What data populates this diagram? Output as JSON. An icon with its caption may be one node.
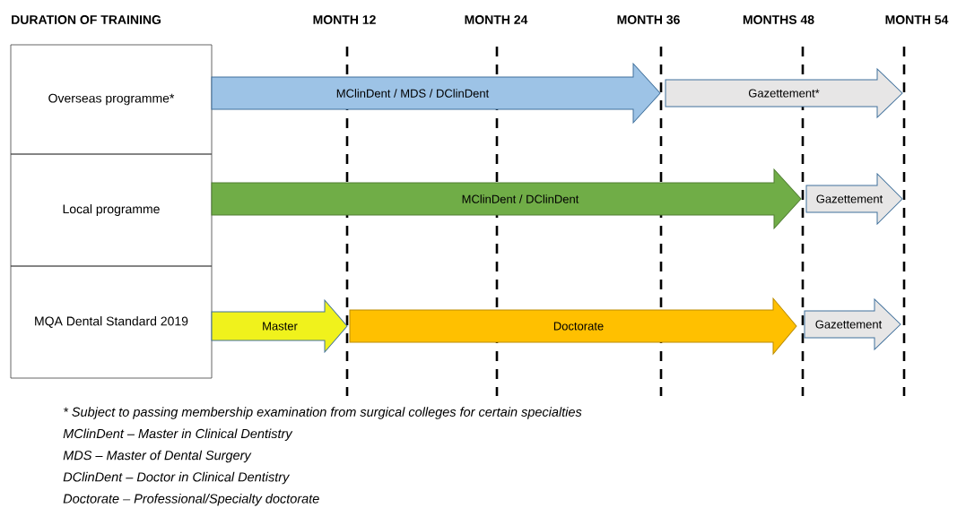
{
  "diagram": {
    "nodes": [
      {
        "text": [
          "Overseas programme*"
        ]
      },
      {
        "text": [
          "Local programme"
        ]
      },
      {
        "text": [
          "MQA Dental Standard 2019"
        ]
      },
      {
        "text": [
          "MClinDent / MDS / DClinDent"
        ]
      },
      {
        "text": [
          "Gazettement*"
        ]
      },
      {
        "text": [
          "MClinDent / DClinDent"
        ]
      },
      {
        "text": [
          "Gazettement"
        ]
      },
      {
        "text": [
          "Master"
        ]
      },
      {
        "text": [
          "Doctorate"
        ]
      },
      {
        "text": [
          "Gazettement"
        ]
      }
    ],
    "labels": [
      "DURATION OF TRAINING",
      "MONTH 12",
      "MONTH 24",
      "MONTH 36",
      "MONTHS 48",
      "MONTH 54",
      "* Subject to passing membership examination from surgical colleges for certain specialties",
      "MClinDent – Master in Clinical Dentistry",
      "MDS – Master of Dental Surgery",
      "DClinDent – Doctor in Clinical Dentistry",
      "Doctorate – Professional/Specialty doctorate"
    ]
  }
}
